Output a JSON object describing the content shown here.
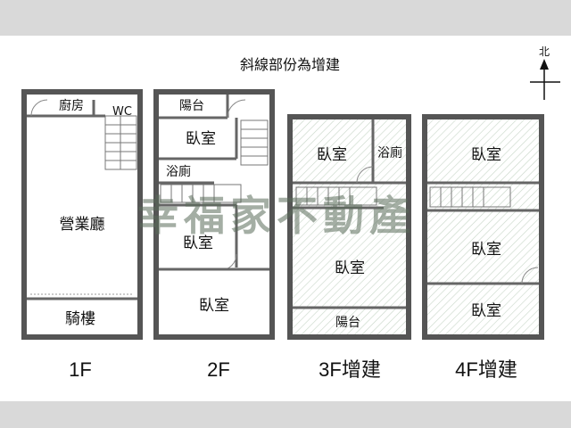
{
  "header": {
    "note": "斜線部份為增建"
  },
  "compass": {
    "north": "北"
  },
  "watermark": {
    "text": "幸福家不動產"
  },
  "floors": [
    {
      "caption": "1F",
      "rooms": [
        "廚房",
        "WC",
        "營業廳",
        "騎樓"
      ]
    },
    {
      "caption": "2F",
      "rooms": [
        "陽台",
        "臥室",
        "浴廁",
        "臥室",
        "臥室"
      ]
    },
    {
      "caption": "3F增建",
      "rooms": [
        "臥室",
        "浴廁",
        "臥室",
        "陽台"
      ]
    },
    {
      "caption": "4F增建",
      "rooms": [
        "臥室",
        "臥室",
        "臥室"
      ]
    }
  ]
}
